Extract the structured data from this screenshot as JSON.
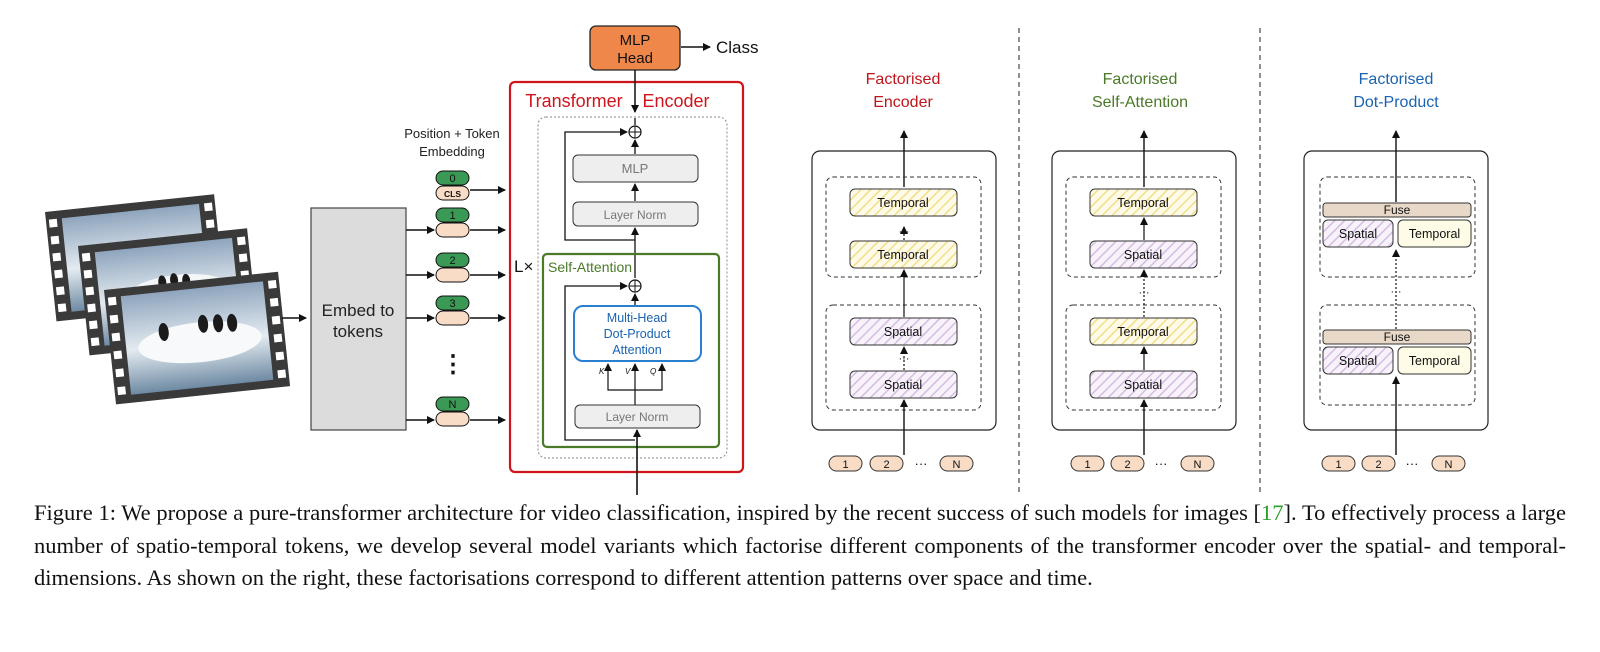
{
  "figure": {
    "top_labels": {
      "mlp_head_line1": "MLP",
      "mlp_head_line2": "Head",
      "class": "Class"
    },
    "encoder": {
      "title_word1": "Transformer",
      "title_word2": "Encoder",
      "mlp": "MLP",
      "layer_norm_top": "Layer Norm",
      "layer_norm_bottom": "Layer Norm",
      "self_attention": "Self-Attention",
      "mhdpa_line1": "Multi-Head",
      "mhdpa_line2": "Dot-Product",
      "mhdpa_line3": "Attention",
      "k": "K",
      "v": "V",
      "q": "Q",
      "repeat": "L×"
    },
    "embedding_caption_line1": "Position + Token",
    "embedding_caption_line2": "Embedding",
    "embed_box_line1": "Embed to",
    "embed_box_line2": "tokens",
    "tokens": [
      "0",
      "1",
      "2",
      "3",
      "N"
    ],
    "cls": "CLS",
    "vellipsis": "⋮",
    "panels": {
      "factorised_encoder": {
        "title_line1": "Factorised",
        "title_line2": "Encoder",
        "color": "#c0151b",
        "blocks": [
          "Temporal",
          "Temporal",
          "Spatial",
          "Spatial"
        ]
      },
      "factorised_self_attention": {
        "title_line1": "Factorised",
        "title_line2": "Self-Attention",
        "color": "#4a7a28",
        "blocks": [
          "Temporal",
          "Spatial",
          "Temporal",
          "Spatial"
        ]
      },
      "factorised_dot_product": {
        "title_line1": "Factorised",
        "title_line2": "Dot-Product",
        "color": "#1a63b0",
        "fuse": "Fuse",
        "spatial": "Spatial",
        "temporal": "Temporal"
      }
    },
    "input_tokens": [
      "1",
      "2",
      "···",
      "N"
    ],
    "dots": "···"
  },
  "caption": {
    "prefix": "Figure 1: We propose a pure-transformer architecture for video classification, inspired by the recent success of such models for images [",
    "citation": "17",
    "suffix": "]. To effectively process a large number of spatio-temporal tokens, we develop several model variants which factorise different components of the transformer encoder over the spatial- and temporal-dimensions. As shown on the right, these factorisations correspond to different attention patterns over space and time."
  }
}
